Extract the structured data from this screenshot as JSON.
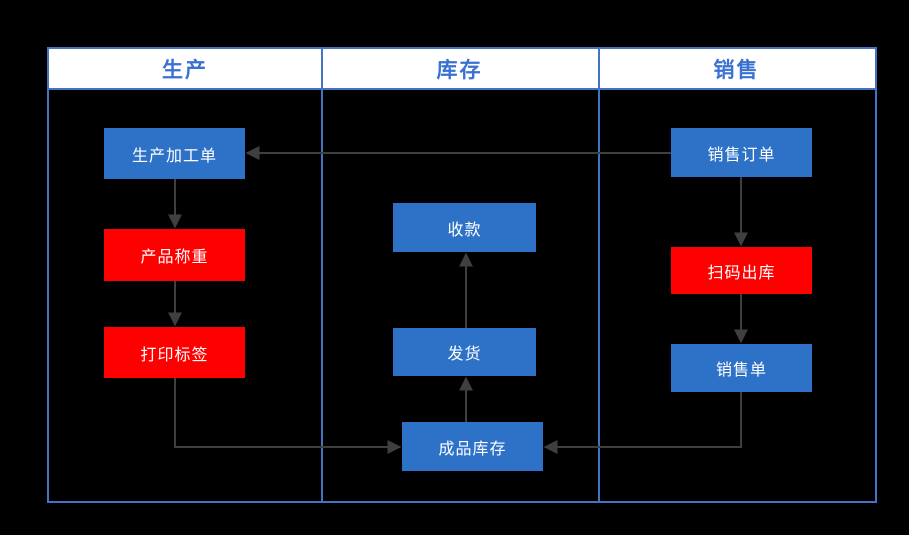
{
  "diagram": {
    "lanes": [
      {
        "label": "生产"
      },
      {
        "label": "库存"
      },
      {
        "label": "销售"
      }
    ],
    "nodes": [
      {
        "id": "production-order",
        "label": "生产加工单",
        "lane": "生产",
        "color": "blue"
      },
      {
        "id": "product-weighing",
        "label": "产品称重",
        "lane": "生产",
        "color": "red"
      },
      {
        "id": "print-label",
        "label": "打印标签",
        "lane": "生产",
        "color": "red"
      },
      {
        "id": "receive-payment",
        "label": "收款",
        "lane": "库存",
        "color": "blue"
      },
      {
        "id": "ship-goods",
        "label": "发货",
        "lane": "库存",
        "color": "blue"
      },
      {
        "id": "finished-goods-inventory",
        "label": "成品库存",
        "lane": "库存",
        "color": "blue"
      },
      {
        "id": "sales-order",
        "label": "销售订单",
        "lane": "销售",
        "color": "blue"
      },
      {
        "id": "scan-code-outbound",
        "label": "扫码出库",
        "lane": "销售",
        "color": "red"
      },
      {
        "id": "sales-slip",
        "label": "销售单",
        "lane": "销售",
        "color": "blue"
      }
    ],
    "edges": [
      {
        "from": "sales-order",
        "to": "production-order"
      },
      {
        "from": "production-order",
        "to": "product-weighing"
      },
      {
        "from": "product-weighing",
        "to": "print-label"
      },
      {
        "from": "print-label",
        "to": "finished-goods-inventory"
      },
      {
        "from": "sales-order",
        "to": "scan-code-outbound"
      },
      {
        "from": "scan-code-outbound",
        "to": "sales-slip"
      },
      {
        "from": "sales-slip",
        "to": "finished-goods-inventory"
      },
      {
        "from": "finished-goods-inventory",
        "to": "ship-goods"
      },
      {
        "from": "ship-goods",
        "to": "receive-payment"
      }
    ],
    "colors": {
      "background": "#000000",
      "header_background": "#FFFFFF",
      "header_text": "#3B72D1",
      "border": "#4472C4",
      "node_blue": "#2E72C8",
      "node_red": "#FF0000",
      "node_text": "#FFFFFF",
      "arrow": "#3F3F3F"
    }
  }
}
